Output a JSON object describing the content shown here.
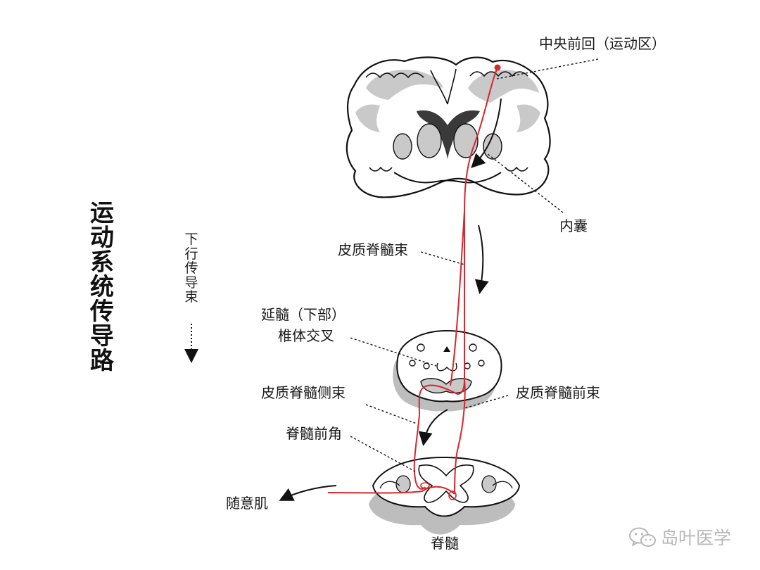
{
  "title": "运动系统传导路",
  "subtitle": "下行传导束",
  "labels": {
    "precentral": "中央前回（运动区）",
    "internal_capsule": "内囊",
    "corticospinal": "皮质脊髓束",
    "medulla": "延髓（下部）",
    "decussation": "椎体交叉",
    "lateral_tract": "皮质脊髓侧束",
    "anterior_tract": "皮质脊髓前束",
    "anterior_horn": "脊髓前角",
    "muscle": "随意肌",
    "spinal_cord": "脊髓"
  },
  "watermark": "岛叶医学",
  "colors": {
    "pathway": "#d7262c",
    "gray_matter": "#c9c9c9",
    "shadow": "#bdbdbd",
    "outline": "#111111"
  },
  "icons": [
    "wechat-icon"
  ]
}
